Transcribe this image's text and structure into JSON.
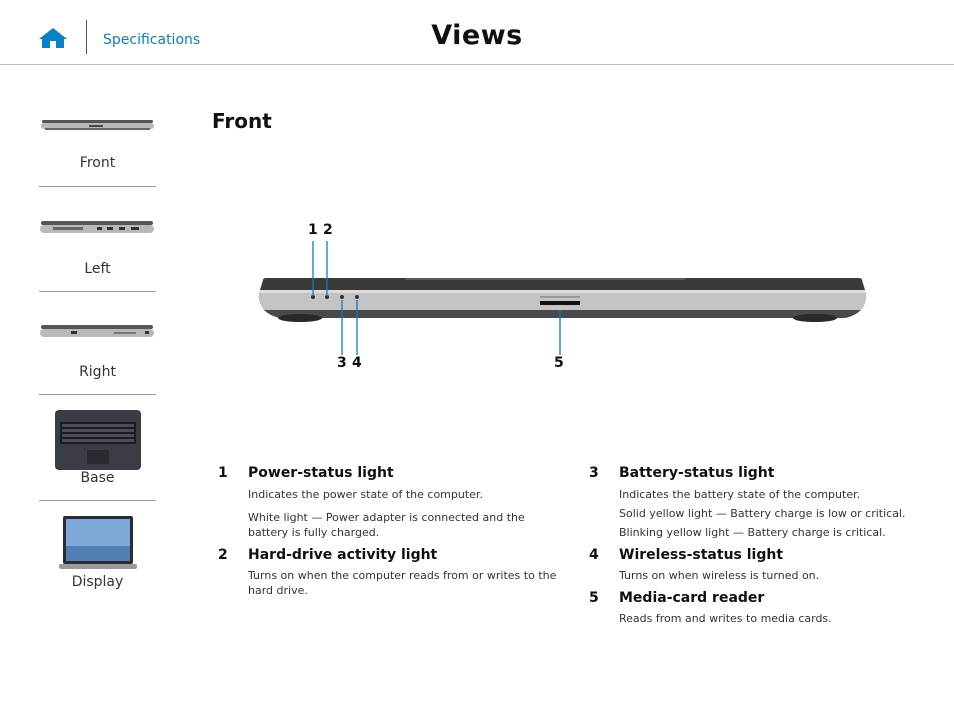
{
  "header": {
    "home_icon": "home-icon",
    "specifications_link": "Specifications",
    "title": "Views"
  },
  "sidebar": {
    "items": [
      {
        "label": "Front",
        "icon": "laptop-front-thumbnail"
      },
      {
        "label": "Left",
        "icon": "laptop-left-thumbnail"
      },
      {
        "label": "Right",
        "icon": "laptop-right-thumbnail"
      },
      {
        "label": "Base",
        "icon": "laptop-base-thumbnail"
      },
      {
        "label": "Display",
        "icon": "laptop-display-thumbnail"
      }
    ]
  },
  "main": {
    "section_title": "Front",
    "callouts": [
      "1",
      "2",
      "3",
      "4",
      "5"
    ],
    "items": [
      {
        "num": "1",
        "title": "Power-status light",
        "texts": [
          "Indicates the power state of the computer.",
          "White light — Power adapter is connected and the battery is fully charged."
        ]
      },
      {
        "num": "2",
        "title": "Hard-drive activity light",
        "texts": [
          "Turns on when the computer reads from or writes to the hard drive."
        ]
      },
      {
        "num": "3",
        "title": "Battery-status light",
        "texts": [
          "Indicates the battery state of the computer.",
          "Solid yellow light — Battery charge is low or critical.",
          "Blinking yellow light — Battery charge is critical."
        ]
      },
      {
        "num": "4",
        "title": "Wireless-status light",
        "texts": [
          "Turns on when wireless is turned on."
        ]
      },
      {
        "num": "5",
        "title": "Media-card reader",
        "texts": [
          "Reads from and writes to media cards."
        ]
      }
    ]
  },
  "colors": {
    "link": "#0a7fc2",
    "callout_line": "#0a7fc2",
    "rule": "#b9b9b9"
  }
}
